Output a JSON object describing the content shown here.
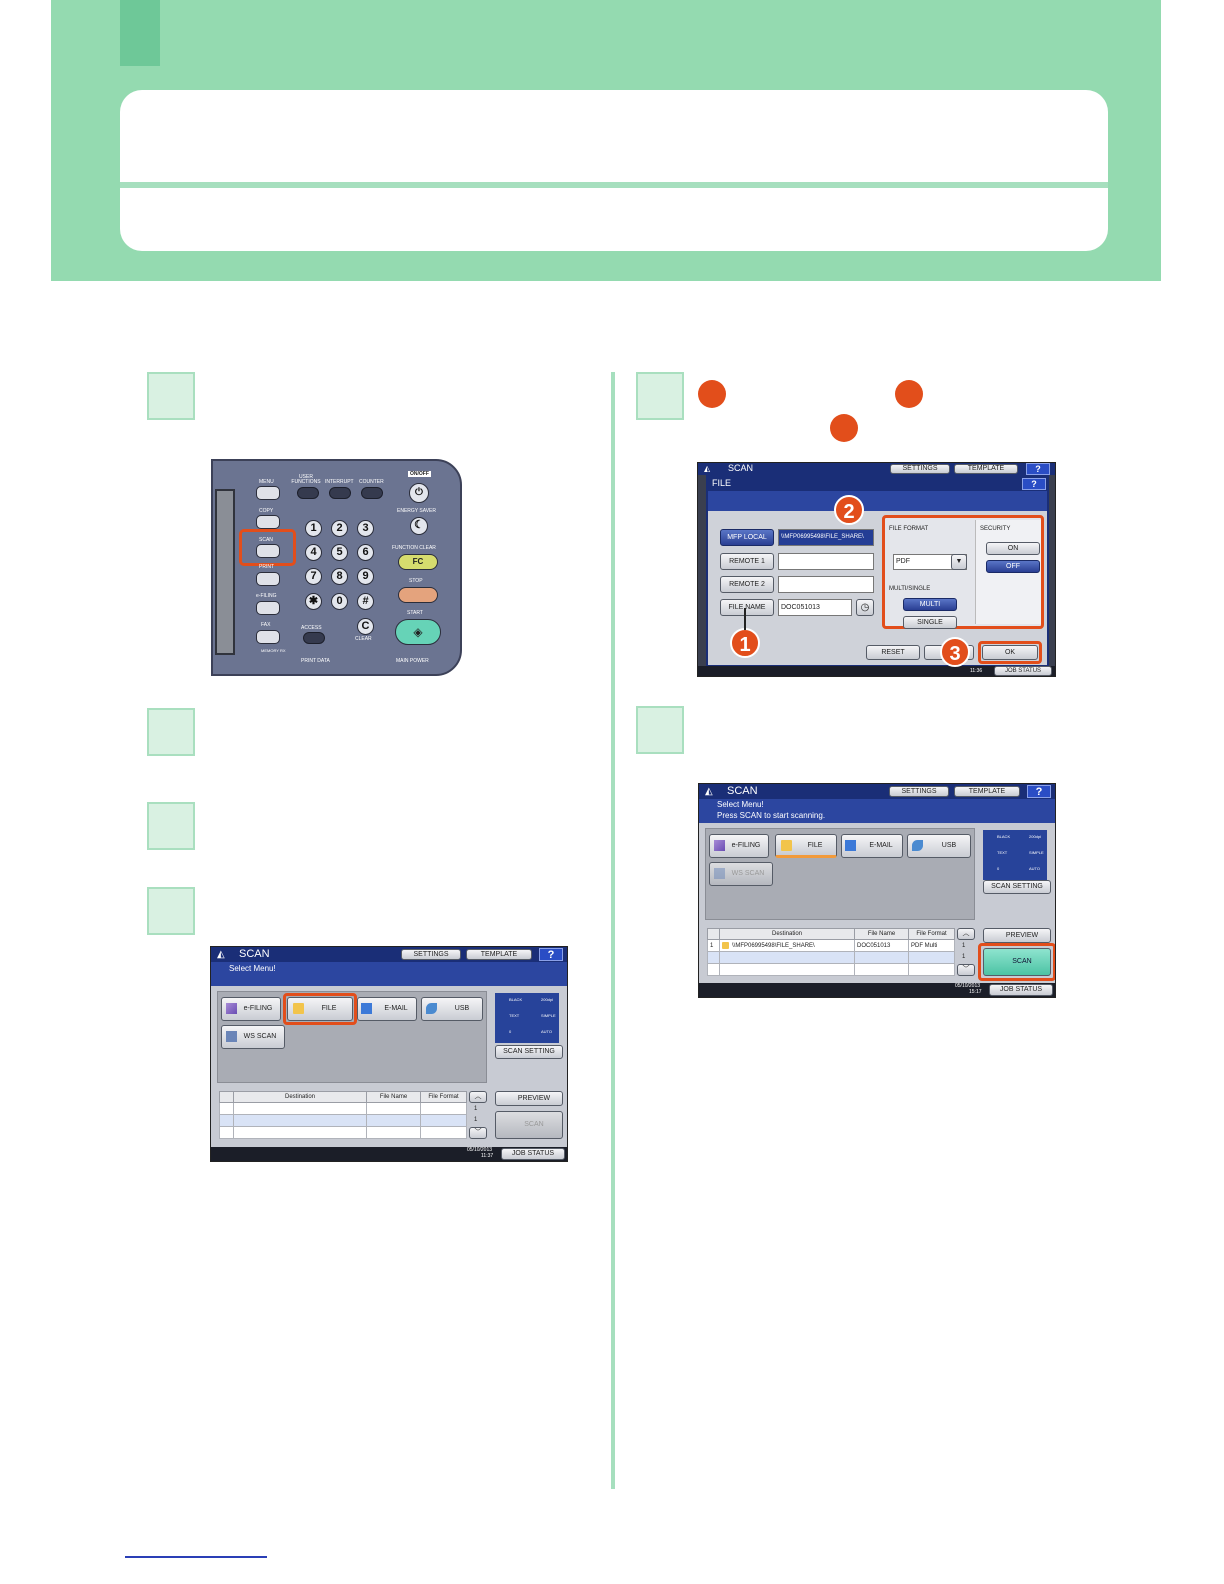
{
  "control_panel": {
    "labels": {
      "menu": "MENU",
      "user_functions": "USER FUNCTIONS",
      "interrupt": "INTERRUPT",
      "counter": "COUNTER",
      "on_off": "ON/OFF",
      "copy": "COPY",
      "scan": "SCAN",
      "print": "PRINT",
      "efiling": "e-FILING",
      "fax": "FAX",
      "memory_rx": "MEMORY RX",
      "energy_saver": "ENERGY SAVER",
      "function_clear": "FUNCTION CLEAR",
      "stop": "STOP",
      "start": "START",
      "access": "ACCESS",
      "clear": "CLEAR",
      "print_data": "PRINT DATA",
      "main_power": "MAIN POWER",
      "fc": "FC"
    },
    "keys": [
      "1",
      "2",
      "3",
      "4",
      "5",
      "6",
      "7",
      "8",
      "9",
      "✱",
      "0",
      "#"
    ],
    "clear_key": "C"
  },
  "screen_select": {
    "title": "SCAN",
    "settings": "SETTINGS",
    "template": "TEMPLATE",
    "help": "?",
    "subtitle": "Select Menu!",
    "buttons": [
      "e-FILING",
      "FILE",
      "E-MAIL",
      "USB",
      "WS SCAN"
    ],
    "scan_setting": "SCAN SETTING",
    "preview": "PREVIEW",
    "scan": "SCAN",
    "table_headers": [
      "Destination",
      "File Name",
      "File Format"
    ],
    "pager_top": "1",
    "pager_bottom": "1",
    "date": "05/10/2013",
    "time": "11:37",
    "job_status": "JOB STATUS",
    "thumb_labels": [
      "BLACK",
      "200dpi",
      "TEXT",
      "SIMPLE",
      "0",
      "AUTO"
    ]
  },
  "screen_file": {
    "top_title": "SCAN",
    "settings": "SETTINGS",
    "template": "TEMPLATE",
    "help": "?",
    "title": "FILE",
    "mfp_local": "MFP LOCAL",
    "mfp_path": "\\\\MFP06995498\\FILE_SHARE\\",
    "remote1": "REMOTE 1",
    "remote2": "REMOTE 2",
    "file_name_label": "FILE NAME",
    "file_name_value": "DOC051013",
    "file_format_label": "FILE FORMAT",
    "file_format_value": "PDF",
    "multi_single_label": "MULTI/SINGLE",
    "multi": "MULTI",
    "single": "SINGLE",
    "security_label": "SECURITY",
    "on": "ON",
    "off": "OFF",
    "reset": "RESET",
    "ok": "OK",
    "time": "11:36",
    "job_status": "JOB STATUS",
    "callouts": [
      "1",
      "2",
      "3"
    ]
  },
  "screen_ready": {
    "title": "SCAN",
    "settings": "SETTINGS",
    "template": "TEMPLATE",
    "help": "?",
    "line1": "Select Menu!",
    "line2": "Press SCAN to start scanning.",
    "buttons": [
      "e-FILING",
      "FILE",
      "E-MAIL",
      "USB",
      "WS SCAN"
    ],
    "scan_setting": "SCAN SETTING",
    "preview": "PREVIEW",
    "scan": "SCAN",
    "table_headers": [
      "Destination",
      "File Name",
      "File Format"
    ],
    "row": {
      "index": "1",
      "destination": "\\\\MFP06995498\\FILE_SHARE\\",
      "file_name": "DOC051013",
      "file_format": "PDF Multi"
    },
    "pager_top": "1",
    "pager_bottom": "1",
    "date": "05/10/2013",
    "time": "15:17",
    "job_status": "JOB STATUS",
    "thumb_labels": [
      "BLACK",
      "200dpi",
      "TEXT",
      "SIMPLE",
      "0",
      "AUTO"
    ]
  },
  "colors": {
    "header_green": "#94dab0",
    "step_box": "#d9f1e2",
    "callout_orange": "#e24e1b"
  }
}
